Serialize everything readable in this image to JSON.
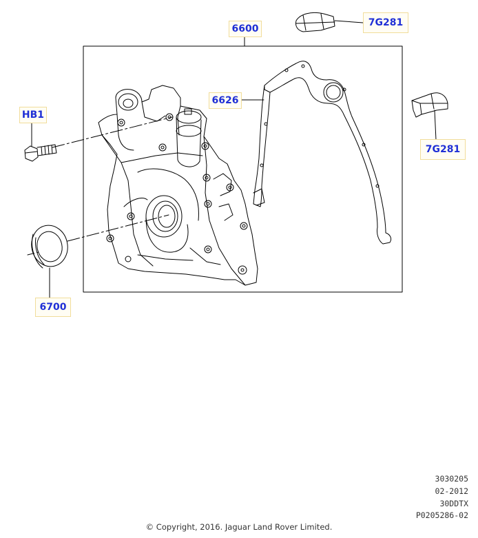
{
  "callouts": {
    "assembly": "6600",
    "gasket": "6626",
    "bolt": "HB1",
    "seal": "6700",
    "clip_top": "7G281",
    "clip_right": "7G281"
  },
  "meta": {
    "line1": "3030205",
    "line2": "02-2012",
    "line3": "30DDTX",
    "line4": "P0205286-02"
  },
  "copyright": "© Copyright, 2016. Jaguar Land Rover Limited.",
  "colors": {
    "callout_text": "#1f2fd6",
    "callout_border": "#f1dd9a",
    "line": "#000000"
  }
}
